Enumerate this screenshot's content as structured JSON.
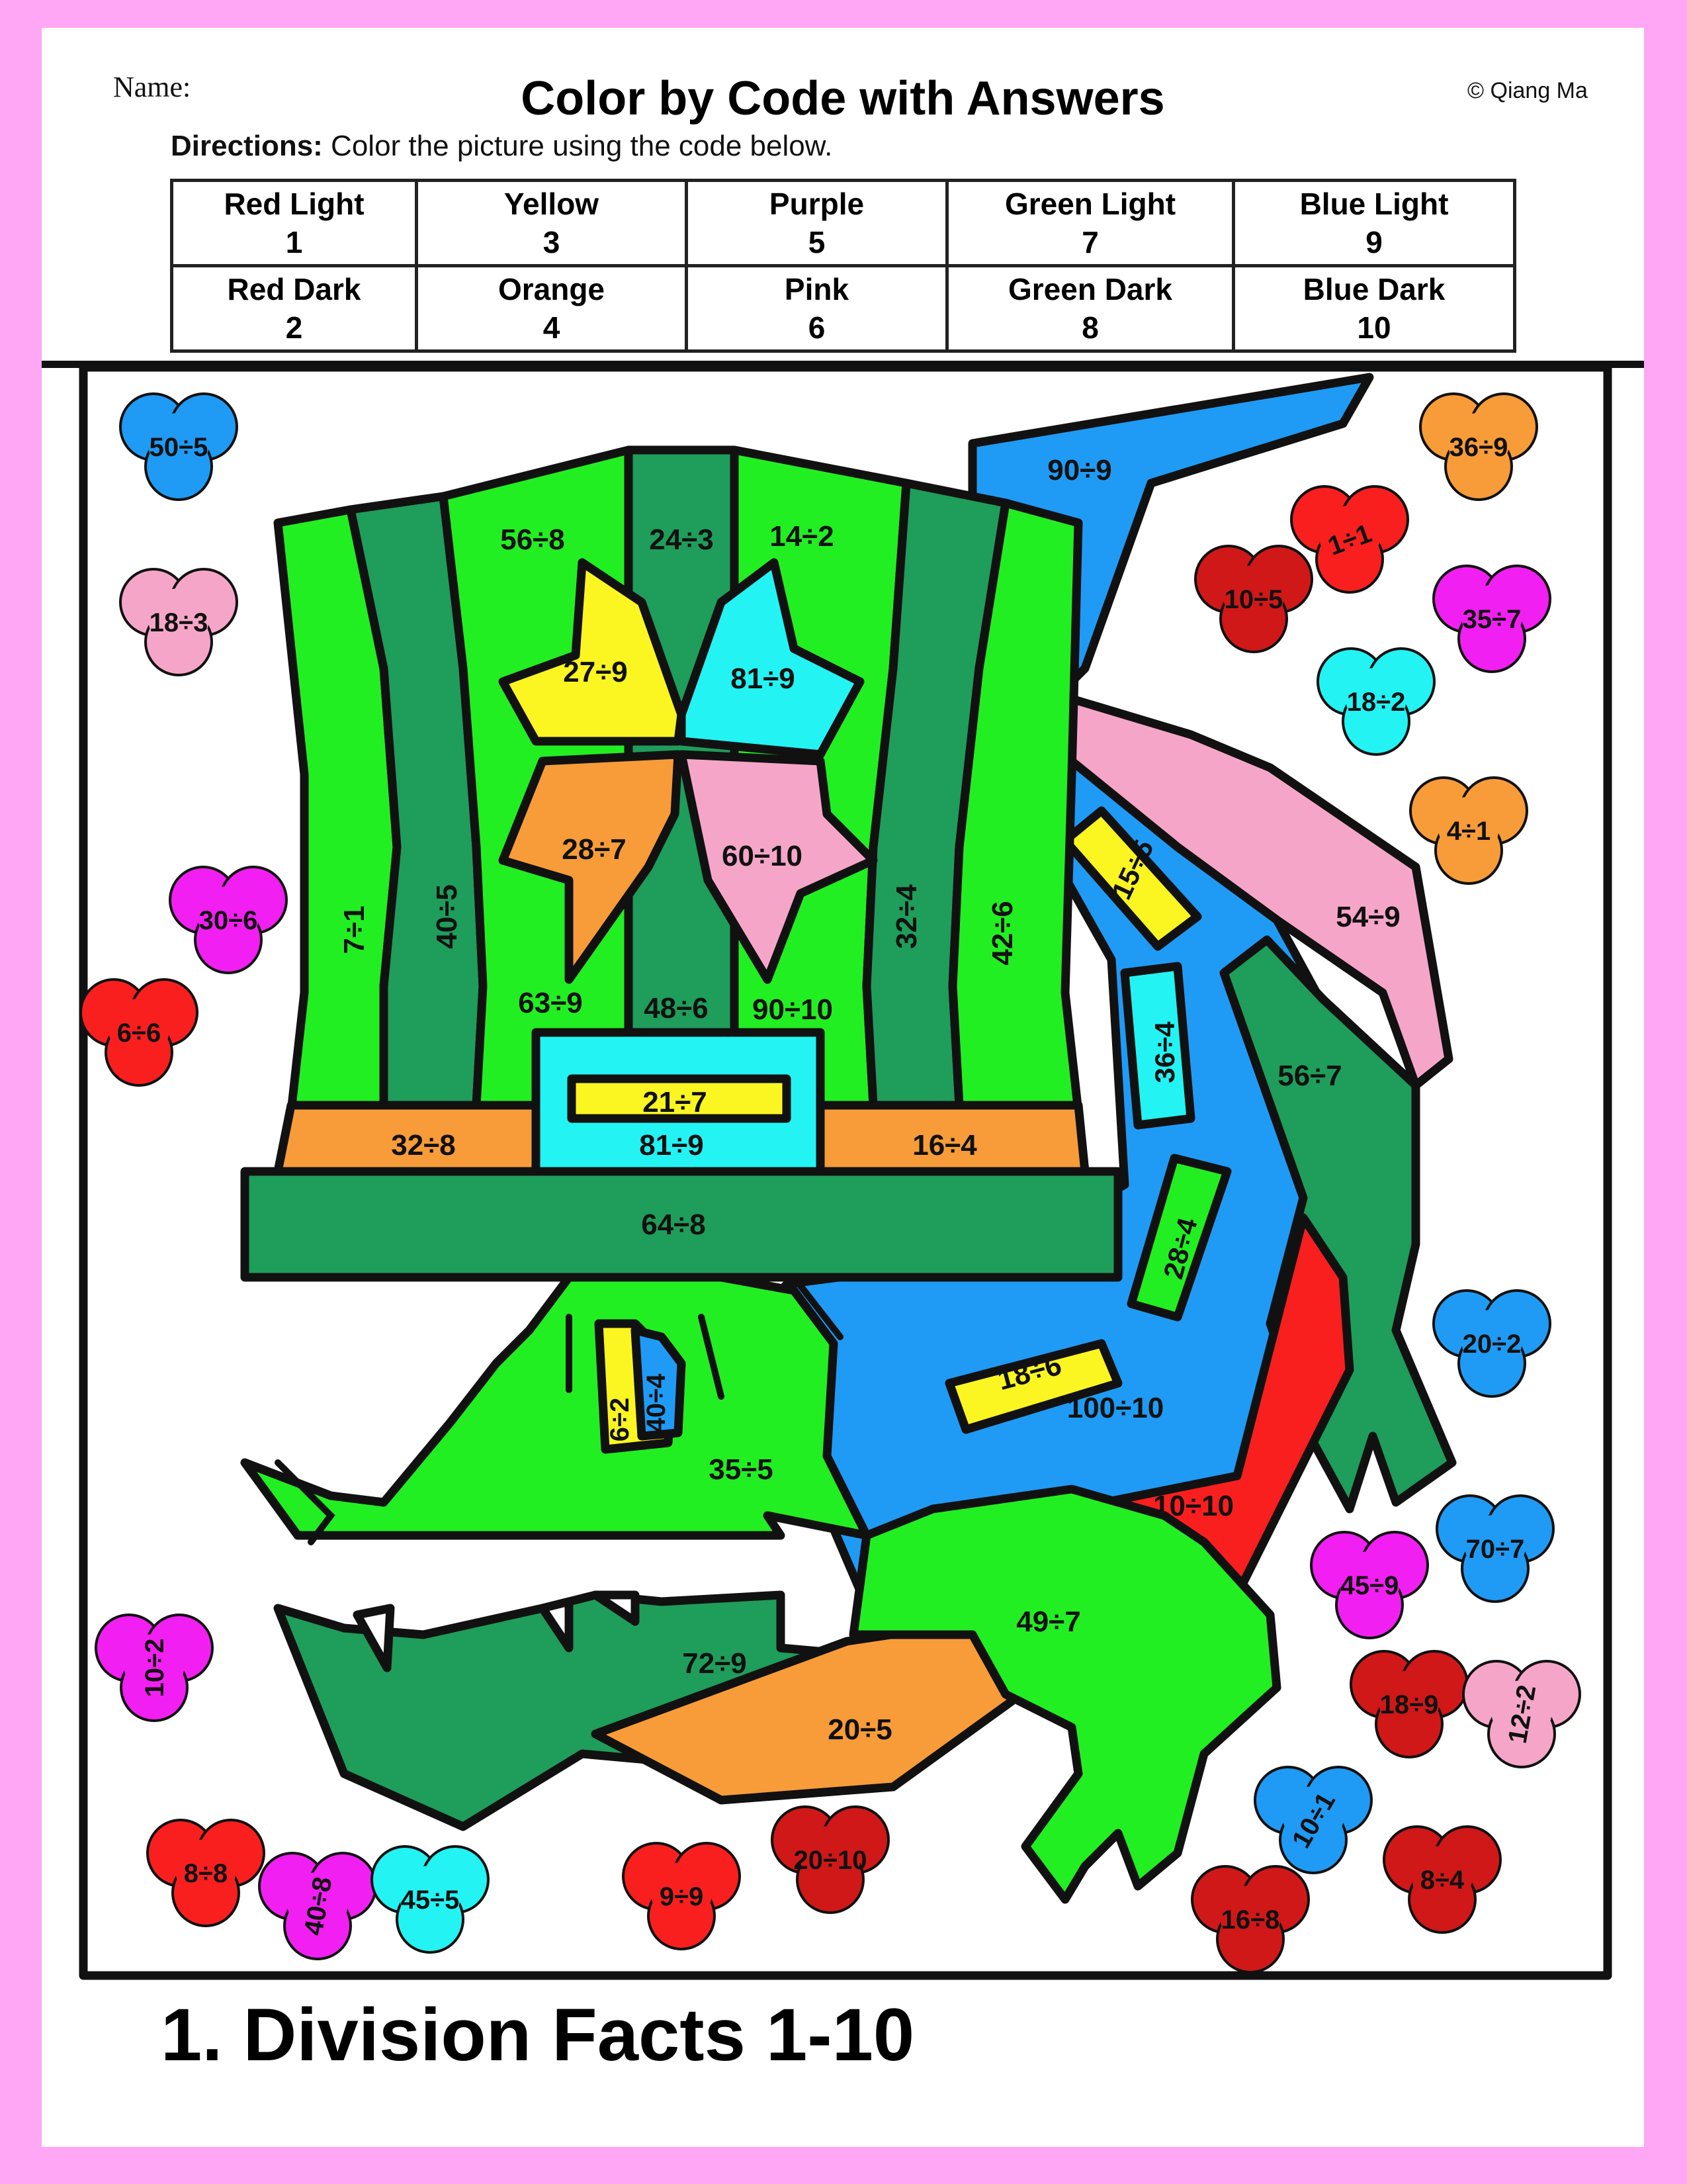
{
  "header": {
    "name_label": "Name:",
    "title": "Color by Code with Answers",
    "copyright": "© Qiang Ma",
    "directions_label": "Directions:",
    "directions_text": " Color the picture using the code below."
  },
  "color_code": {
    "rows": [
      [
        {
          "name": "Red Light",
          "code": "1"
        },
        {
          "name": "Yellow",
          "code": "3"
        },
        {
          "name": "Purple",
          "code": "5"
        },
        {
          "name": "Green Light",
          "code": "7"
        },
        {
          "name": "Blue Light",
          "code": "9"
        }
      ],
      [
        {
          "name": "Red Dark",
          "code": "2"
        },
        {
          "name": "Orange",
          "code": "4"
        },
        {
          "name": "Pink",
          "code": "6"
        },
        {
          "name": "Green Dark",
          "code": "8"
        },
        {
          "name": "Blue Dark",
          "code": "10"
        }
      ]
    ]
  },
  "colors": {
    "red_light": "#f91f1f",
    "red_dark": "#d01818",
    "yellow": "#fbf521",
    "orange": "#f79c38",
    "purple": "#f21ff2",
    "pink": "#f5a6c8",
    "green_light": "#22ef22",
    "green_dark": "#1f9d5a",
    "blue_light": "#23f3f3",
    "blue_dark": "#1f9bf5",
    "page_border": "#ffa6f5"
  },
  "picture": {
    "hat": {
      "stripe_left_1": "7÷1",
      "stripe_left_2": "40÷5",
      "panel_left": "56÷8",
      "center_stripe_top": "24÷3",
      "panel_right": "14÷2",
      "stripe_right_1": "32÷4",
      "stripe_right_2": "42÷6",
      "petal_top_left": "27÷9",
      "petal_top_right": "81÷9",
      "petal_bottom_left": "28÷7",
      "petal_bottom_right": "60÷10",
      "panel_left_bottom": "63÷9",
      "center_stripe_bottom": "48÷6",
      "panel_right_bottom": "90÷10",
      "buckle_bar": "21÷7",
      "buckle": "81÷9",
      "band_left": "32÷8",
      "band_right": "16÷4",
      "brim": "64÷8"
    },
    "dragon": {
      "tail_tip": "90÷9",
      "scarf": "54÷9",
      "back_spike_1": "15÷5",
      "back_spike_2": "36÷4",
      "back_spike_3": "28÷4",
      "belly_patch": "18÷6",
      "body": "100÷10",
      "wing": "56÷7",
      "red_wedge": "10÷10",
      "head": "35÷5",
      "eye_yellow": "6÷2",
      "eye_blue": "40÷4",
      "jaw": "72÷9",
      "neck_orange": "20÷5",
      "arm": "49÷7"
    },
    "clovers": [
      {
        "label": "50÷5",
        "color": "blue_dark"
      },
      {
        "label": "18÷3",
        "color": "pink"
      },
      {
        "label": "30÷6",
        "color": "purple"
      },
      {
        "label": "6÷6",
        "color": "red_light"
      },
      {
        "label": "36÷9",
        "color": "orange"
      },
      {
        "label": "1÷1",
        "color": "red_light"
      },
      {
        "label": "10÷5",
        "color": "red_dark"
      },
      {
        "label": "35÷7",
        "color": "purple"
      },
      {
        "label": "18÷2",
        "color": "blue_light"
      },
      {
        "label": "4÷1",
        "color": "orange"
      },
      {
        "label": "20÷2",
        "color": "blue_dark"
      },
      {
        "label": "45÷9",
        "color": "purple"
      },
      {
        "label": "70÷7",
        "color": "blue_dark"
      },
      {
        "label": "18÷9",
        "color": "red_dark"
      },
      {
        "label": "12÷2",
        "color": "pink"
      },
      {
        "label": "10÷2",
        "color": "purple"
      },
      {
        "label": "8÷8",
        "color": "red_light"
      },
      {
        "label": "40÷8",
        "color": "purple"
      },
      {
        "label": "45÷5",
        "color": "blue_light"
      },
      {
        "label": "9÷9",
        "color": "red_light"
      },
      {
        "label": "20÷10",
        "color": "red_dark"
      },
      {
        "label": "10÷1",
        "color": "blue_dark"
      },
      {
        "label": "16÷8",
        "color": "red_dark"
      },
      {
        "label": "8÷4",
        "color": "red_dark"
      }
    ]
  },
  "footer": {
    "title": "1. Division Facts 1-10"
  }
}
